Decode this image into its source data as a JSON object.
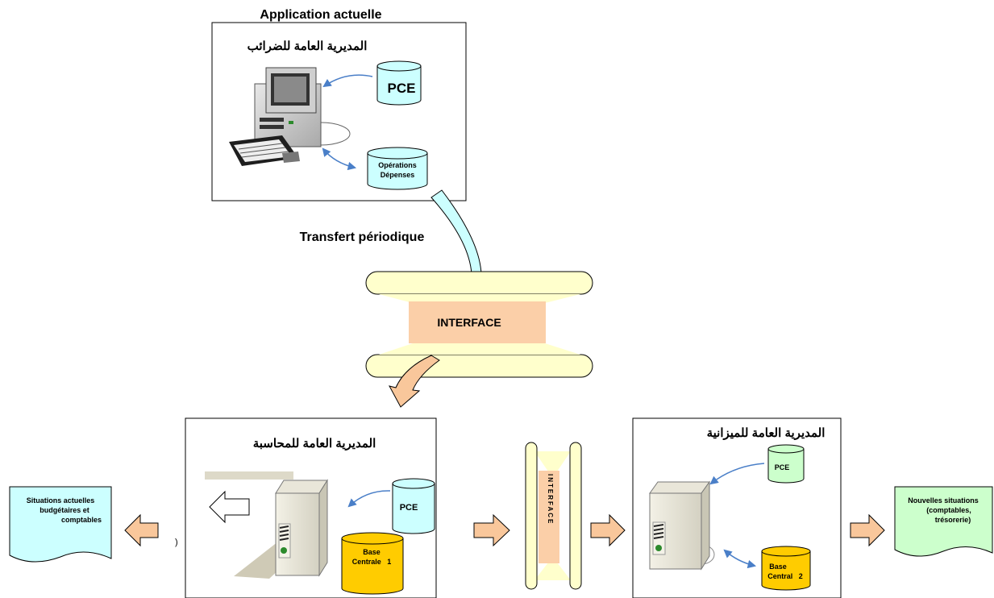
{
  "top": {
    "title": "Application actuelle",
    "heading": "المديرية العامة للضرائب",
    "db_pce": "PCE",
    "db_operations": [
      "Opérations",
      "Dépenses"
    ]
  },
  "transfer_label": "Transfert périodique",
  "interface_label": "INTERFACE",
  "vertical_interface_text": "INTERFACE",
  "left_box": {
    "heading": "المديرية العامة للمحاسبة",
    "db_pce": "PCE",
    "db_base": [
      "Base",
      "Centrale   1"
    ],
    "paren": ")"
  },
  "right_box": {
    "heading": "المديرية العامة للميزانية",
    "db_pce": "PCE",
    "db_base": [
      "Base",
      "Central   2"
    ]
  },
  "doc_left": [
    "Situations actuelles",
    "budgétaires et",
    "comptables"
  ],
  "doc_right": [
    "Nouvelles situations",
    "(comptables,",
    "trésorerie)"
  ],
  "colors": {
    "cyan_db": "#ccffff",
    "green_db": "#ccffcc",
    "gold_db": "#ffcc00",
    "interface_fill": "#fbcfa8",
    "pipe_fill": "#ffffcc",
    "arrow_orange": "#f9c79b",
    "curve_blue": "#4a7fc8"
  }
}
